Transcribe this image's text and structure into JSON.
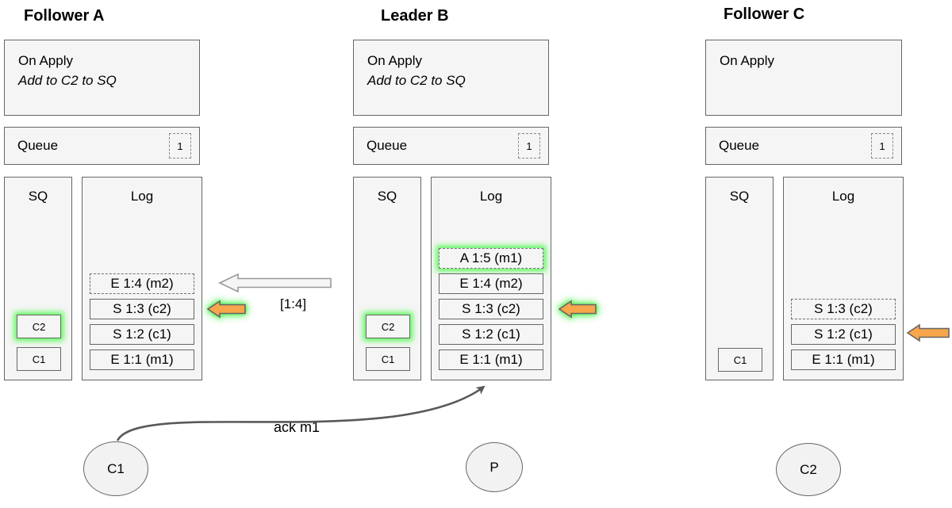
{
  "colors": {
    "box_fill": "#f5f5f5",
    "box_border": "#666666",
    "arrow_orange_fill": "#f7a64b",
    "arrow_orange_border": "#666666",
    "glow_green": "#55f955",
    "ack_line": "#595959",
    "white_arrow_fill": "#f5f5f5",
    "white_arrow_border": "#999999"
  },
  "nodes": [
    {
      "title": "Follower A",
      "on_apply": {
        "title": "On Apply",
        "rule": "Add to C2 to SQ"
      },
      "queue": {
        "label": "Queue",
        "count": "1"
      },
      "sq": {
        "label": "SQ",
        "items": [
          {
            "label": "C2"
          },
          {
            "label": "C1"
          }
        ]
      },
      "log": {
        "label": "Log",
        "entries": [
          {
            "text": "E 1:4 (m2)"
          },
          {
            "text": "S 1:3 (c2)"
          },
          {
            "text": "S 1:2 (c1)"
          },
          {
            "text": "E 1:1 (m1)"
          }
        ]
      }
    },
    {
      "title": "Leader B",
      "on_apply": {
        "title": "On Apply",
        "rule": "Add to C2 to SQ"
      },
      "queue": {
        "label": "Queue",
        "count": "1"
      },
      "sq": {
        "label": "SQ",
        "items": [
          {
            "label": "C2"
          },
          {
            "label": "C1"
          }
        ]
      },
      "log": {
        "label": "Log",
        "entries": [
          {
            "text": "A 1:5 (m1)"
          },
          {
            "text": "E 1:4 (m2)"
          },
          {
            "text": "S 1:3 (c2)"
          },
          {
            "text": "S 1:2 (c1)"
          },
          {
            "text": "E 1:1 (m1)"
          }
        ]
      }
    },
    {
      "title": "Follower C",
      "on_apply": {
        "title": "On Apply",
        "rule": ""
      },
      "queue": {
        "label": "Queue",
        "count": "1"
      },
      "sq": {
        "label": "SQ",
        "items": [
          {
            "label": "C1"
          }
        ]
      },
      "log": {
        "label": "Log",
        "entries": [
          {
            "text": "S 1:3 (c2)"
          },
          {
            "text": "S 1:2 (c1)"
          },
          {
            "text": "E 1:1 (m1)"
          }
        ]
      }
    }
  ],
  "arrows": {
    "replicate_label": "[1:4]",
    "ack_label": "ack m1"
  },
  "actors": [
    {
      "label": "C1"
    },
    {
      "label": "P"
    },
    {
      "label": "C2"
    }
  ]
}
